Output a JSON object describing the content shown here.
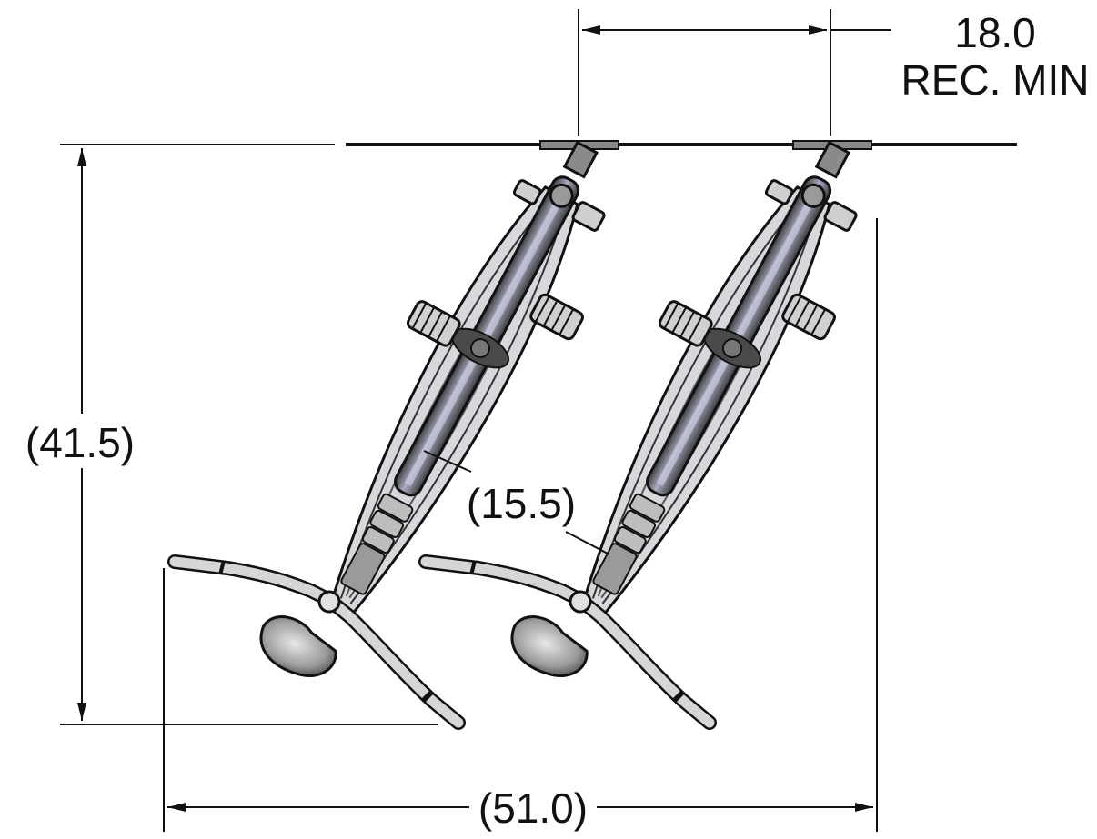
{
  "dimensions": {
    "spacing_value": "18.0",
    "spacing_note": "REC. MIN",
    "depth": "(41.5)",
    "frame_offset": "(15.5)",
    "overall_width": "(51.0)"
  },
  "colors": {
    "line": "#111111",
    "frame_dark": "#3a3a3a",
    "frame_mid": "#6f6f78",
    "frame_light": "#a9acc2",
    "handlebar": "#c8c8c8",
    "saddle": "#8f8f8f"
  },
  "bikes": [
    {
      "name": "bike-left"
    },
    {
      "name": "bike-right"
    }
  ]
}
